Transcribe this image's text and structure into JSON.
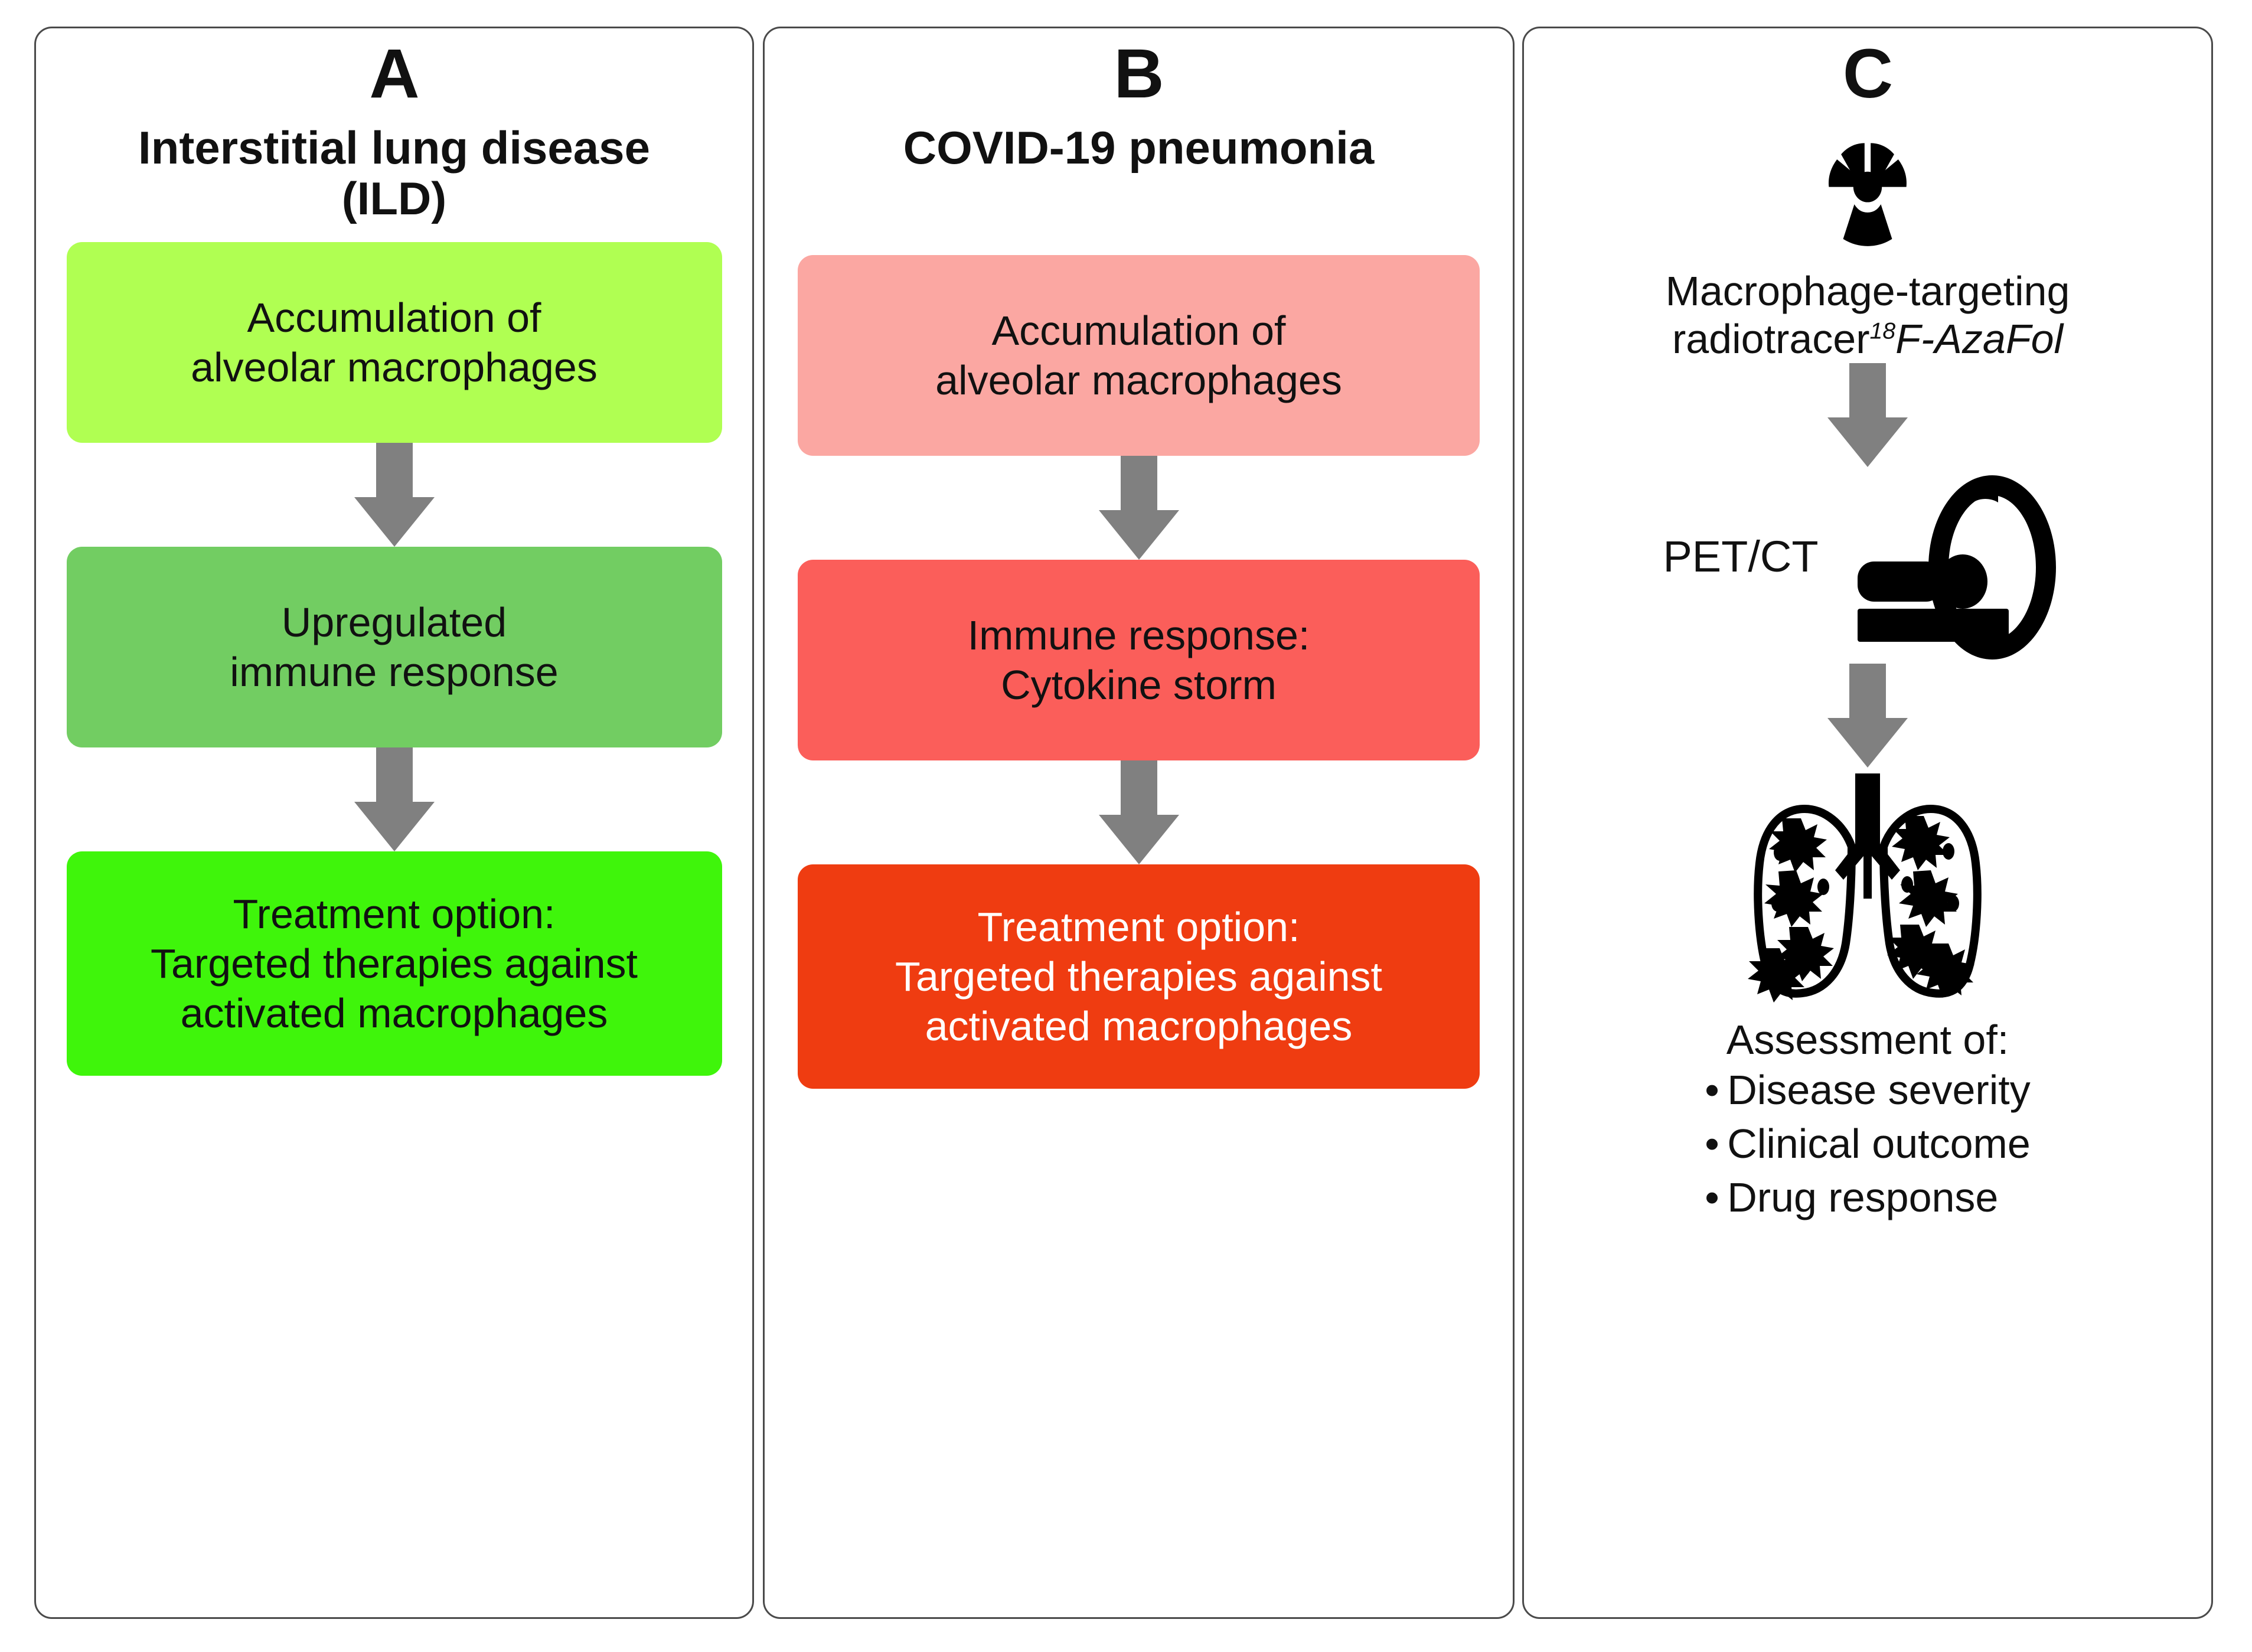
{
  "figure": {
    "background_color": "#ffffff",
    "arrow_color": "#808080",
    "panel_border_color": "#4a4a4a"
  },
  "panels": [
    {
      "letter": "A",
      "title": "Interstitial lung disease\n(ILD)",
      "boxes": [
        {
          "text": "Accumulation of\nalveolar macrophages",
          "fill": "#b0ff52",
          "text_color": "#111111"
        },
        {
          "text": "Upregulated\nimmune response",
          "fill": "#72cd62",
          "text_color": "#111111"
        },
        {
          "text": "Treatment option:\nTargeted therapies against\nactivated macrophages",
          "fill": "#3ff50b",
          "text_color": "#111111"
        }
      ],
      "arrows": [
        "down-arrow",
        "down-arrow"
      ]
    },
    {
      "letter": "B",
      "title": "COVID-19 pneumonia",
      "boxes": [
        {
          "text": "Accumulation of\nalveolar macrophages",
          "fill": "#fba7a2",
          "text_color": "#111111"
        },
        {
          "text": "Immune response:\nCytokine storm",
          "fill": "#fb5e5a",
          "text_color": "#111111"
        },
        {
          "text": "Treatment option:\nTargeted therapies against\nactivated macrophages",
          "fill": "#ef3c11",
          "text_color": "#ffffff"
        }
      ],
      "arrows": [
        "down-arrow",
        "down-arrow"
      ]
    },
    {
      "letter": "C",
      "icons": {
        "radiation": "radiation-trefoil-icon",
        "scanner": "pet-ct-scanner-icon",
        "lungs": "infected-lungs-icon"
      },
      "tracer": {
        "line1": "Macrophage-targeting",
        "line2_prefix": "radiotracer",
        "line2_superscript": "18",
        "line2_italic": "F-AzaFol"
      },
      "modality_label": "PET/CT",
      "assessment_title": "Assessment of:",
      "assessment_items": [
        "Disease severity",
        "Clinical outcome",
        "Drug response"
      ],
      "bullet_glyph": "•",
      "arrows": [
        "down-arrow",
        "down-arrow"
      ]
    }
  ]
}
